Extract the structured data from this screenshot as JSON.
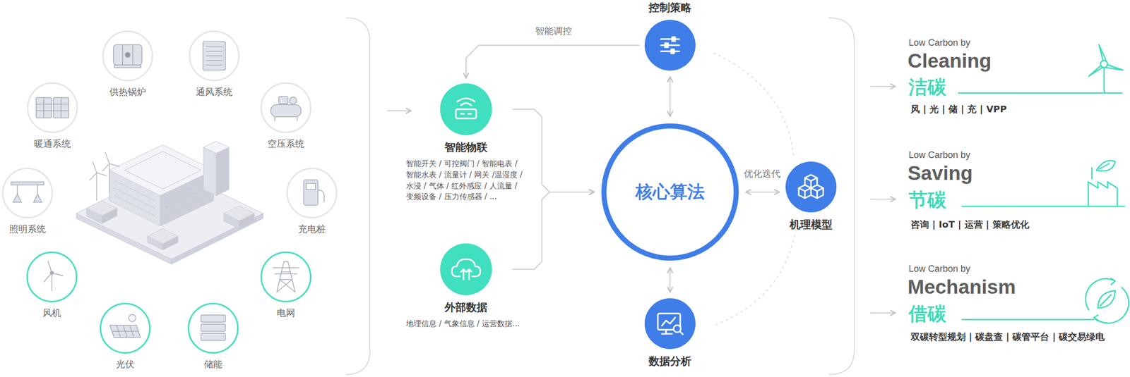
{
  "diagram": {
    "nodes": [
      {
        "text": [
          "供热锅炉"
        ]
      },
      {
        "text": [
          "通风系统"
        ]
      },
      {
        "text": [
          "暖通系统"
        ]
      },
      {
        "text": [
          "空压系统"
        ]
      },
      {
        "text": [
          "照明系统"
        ]
      },
      {
        "text": [
          "充电桩"
        ]
      },
      {
        "text": [
          "风机"
        ]
      },
      {
        "text": [
          "电网"
        ]
      },
      {
        "text": [
          "光伏"
        ]
      },
      {
        "text": [
          "储能"
        ]
      },
      {
        "text": [
          "控制策略"
        ]
      },
      {
        "text": [
          "智能物联",
          "智能开关 / 可控阀门 / 智能电表 / 智能水表 / 流量计 / 网关 /温湿度 / 水浸 / 气体 / 红外感应 / 人流量 / 变频设备 / 压力传感器 / ..."
        ]
      },
      {
        "text": [
          "外部数据",
          "地理信息 / 气象信息 / 运营数据..."
        ]
      },
      {
        "text": [
          "核心算法"
        ]
      },
      {
        "text": [
          "机理模型"
        ]
      },
      {
        "text": [
          "数据分析"
        ]
      }
    ],
    "edges": [
      {
        "from": 10,
        "to": 11,
        "label": "智能调控",
        "arrow": "to"
      },
      {
        "from": 11,
        "to": 13,
        "arrow": "to"
      },
      {
        "from": 12,
        "to": 13,
        "arrow": "to"
      },
      {
        "from": 10,
        "to": 13,
        "arrow": "both"
      },
      {
        "from": 13,
        "to": 14,
        "label": "优化迭代",
        "arrow": "both"
      },
      {
        "from": 13,
        "to": 15,
        "arrow": "both"
      }
    ],
    "labels": [
      "Low Carbon by",
      "Cleaning",
      "洁碳",
      "风 | 光 | 储 | 充 | VPP",
      "Low Carbon by",
      "Saving",
      "节碳",
      "咨询 | IoT | 运营 | 策略优化",
      "Low Carbon by",
      "Mechanism",
      "借碳",
      "双碳转型规划 | 碳盘查 | 碳管平台 | 碳交易绿电"
    ]
  }
}
